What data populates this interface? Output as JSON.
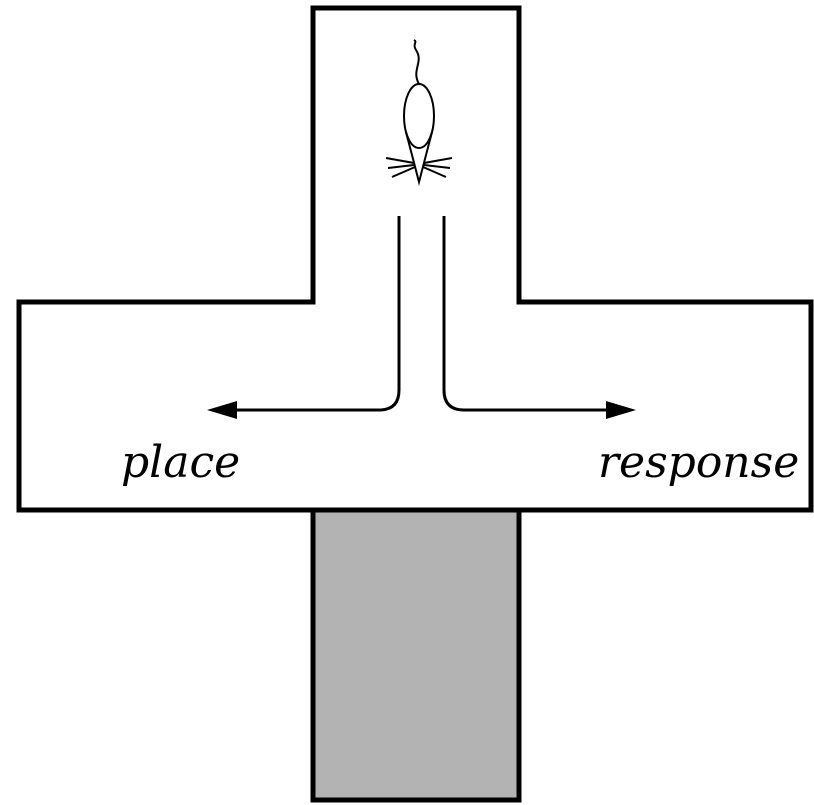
{
  "diagram": {
    "labels": {
      "left": "place",
      "right": "response"
    },
    "colors": {
      "background": "#ffffff",
      "stroke": "#000000",
      "blocked_arm": "#b3b3b3"
    },
    "icons": {
      "animal": "rat-icon",
      "left_arrow": "arrowhead-left",
      "right_arrow": "arrowhead-right"
    }
  }
}
